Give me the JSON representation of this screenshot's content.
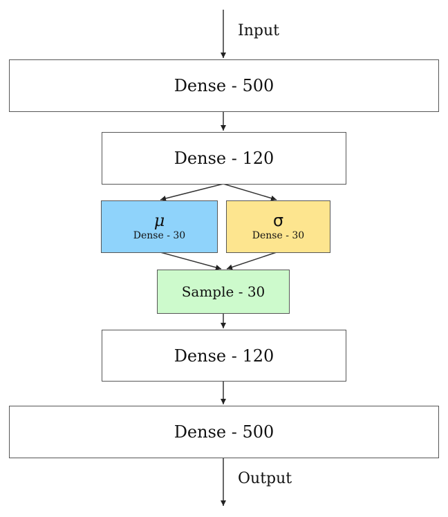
{
  "input_label": "Input",
  "output_label": "Output",
  "nodes": {
    "dense500_top": {
      "label": "Dense - 500"
    },
    "dense120_top": {
      "label": "Dense - 120"
    },
    "mu": {
      "symbol": "μ",
      "label": "Dense - 30",
      "fill": "#8fd3fb"
    },
    "sigma": {
      "symbol": "σ",
      "label": "Dense - 30",
      "fill": "#fde58f"
    },
    "sample": {
      "label": "Sample - 30",
      "fill": "#cdfacc"
    },
    "dense120_bottom": {
      "label": "Dense - 120"
    },
    "dense500_bottom": {
      "label": "Dense - 500"
    }
  },
  "colors": {
    "border": "#555555",
    "arrow": "#333333"
  }
}
